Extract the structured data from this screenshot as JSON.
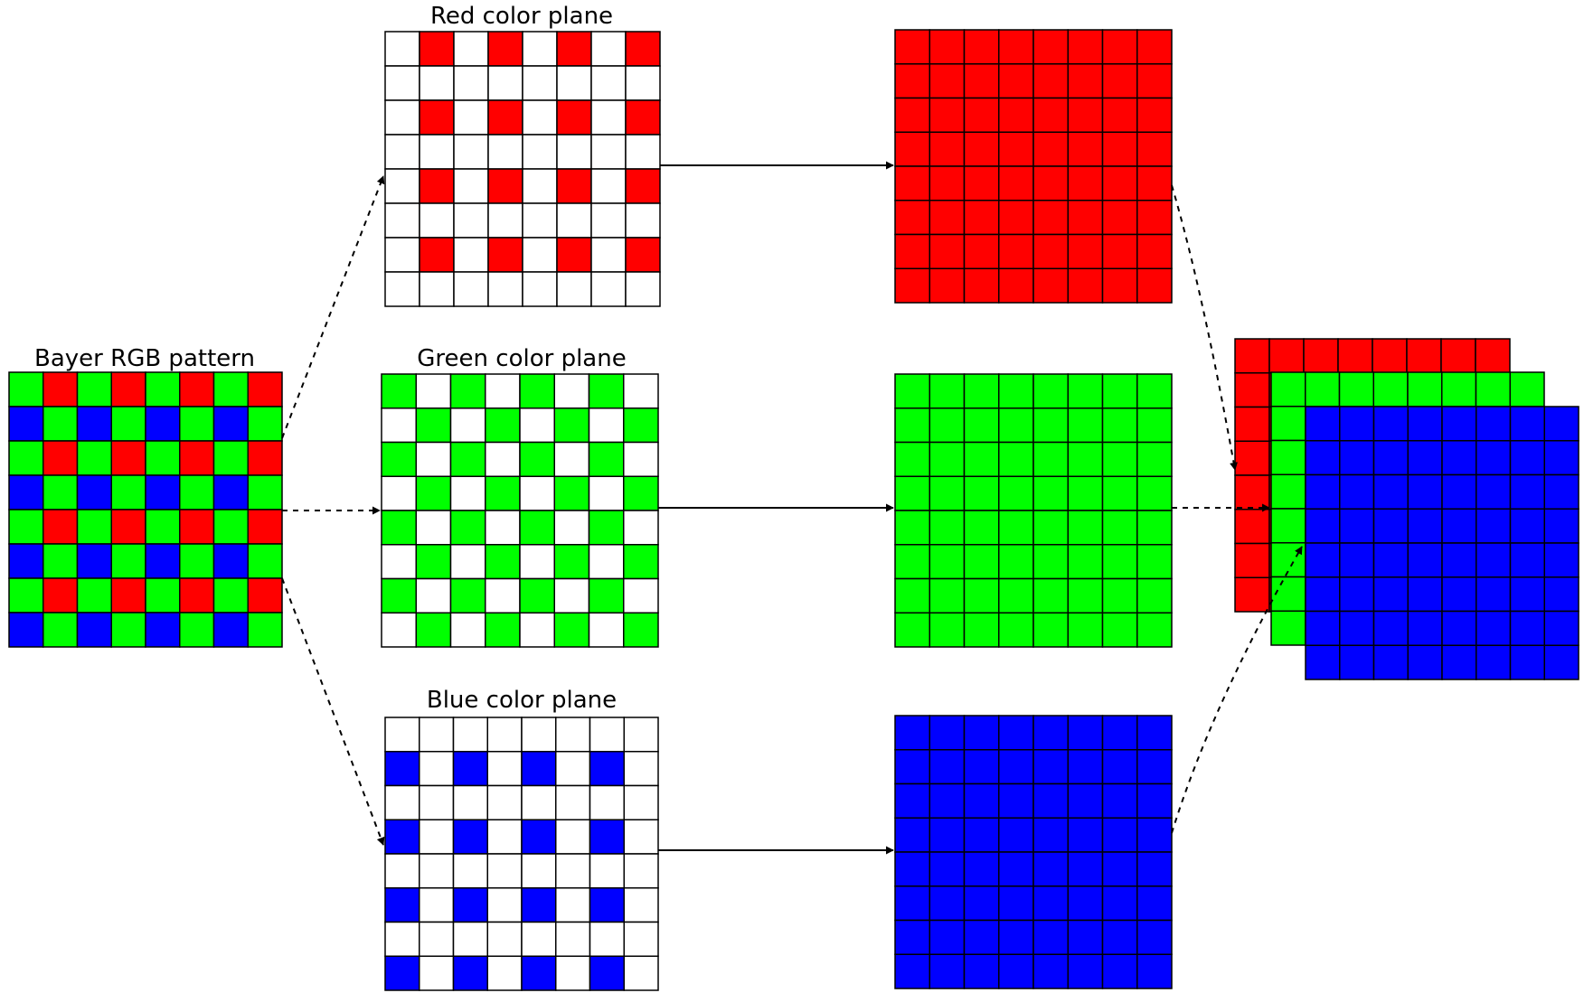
{
  "colors": {
    "red": "#ff0000",
    "green": "#00ff00",
    "blue": "#0000ff",
    "white": "#ffffff",
    "grid": "#000000"
  },
  "labels": {
    "bayer": "Bayer RGB pattern",
    "red_plane": "Red color plane",
    "green_plane": "Green color plane",
    "blue_plane": "Blue color plane"
  },
  "grids": [
    {
      "id": "bayer-grid",
      "pattern": "bayer"
    },
    {
      "id": "red-plane-sparse",
      "pattern": "red_sparse"
    },
    {
      "id": "green-plane-sparse",
      "pattern": "green_sparse"
    },
    {
      "id": "blue-plane-sparse",
      "pattern": "blue_sparse"
    },
    {
      "id": "red-plane-full",
      "pattern": "red_full"
    },
    {
      "id": "green-plane-full",
      "pattern": "green_full"
    },
    {
      "id": "blue-plane-full",
      "pattern": "blue_full"
    },
    {
      "id": "stack-red",
      "pattern": "red_full"
    },
    {
      "id": "stack-green",
      "pattern": "green_full"
    },
    {
      "id": "stack-blue",
      "pattern": "blue_full"
    }
  ],
  "edges": [
    {
      "id": "bayer-to-red-edge",
      "style": "dashed"
    },
    {
      "id": "bayer-to-green-edge",
      "style": "dashed"
    },
    {
      "id": "bayer-to-blue-edge",
      "style": "dashed"
    },
    {
      "id": "red-interp-edge",
      "style": "solid"
    },
    {
      "id": "green-interp-edge",
      "style": "solid"
    },
    {
      "id": "blue-interp-edge",
      "style": "solid"
    },
    {
      "id": "red-to-stack-edge",
      "style": "dashed"
    },
    {
      "id": "green-to-stack-edge",
      "style": "dashed"
    },
    {
      "id": "blue-to-stack-edge",
      "style": "dashed"
    }
  ]
}
